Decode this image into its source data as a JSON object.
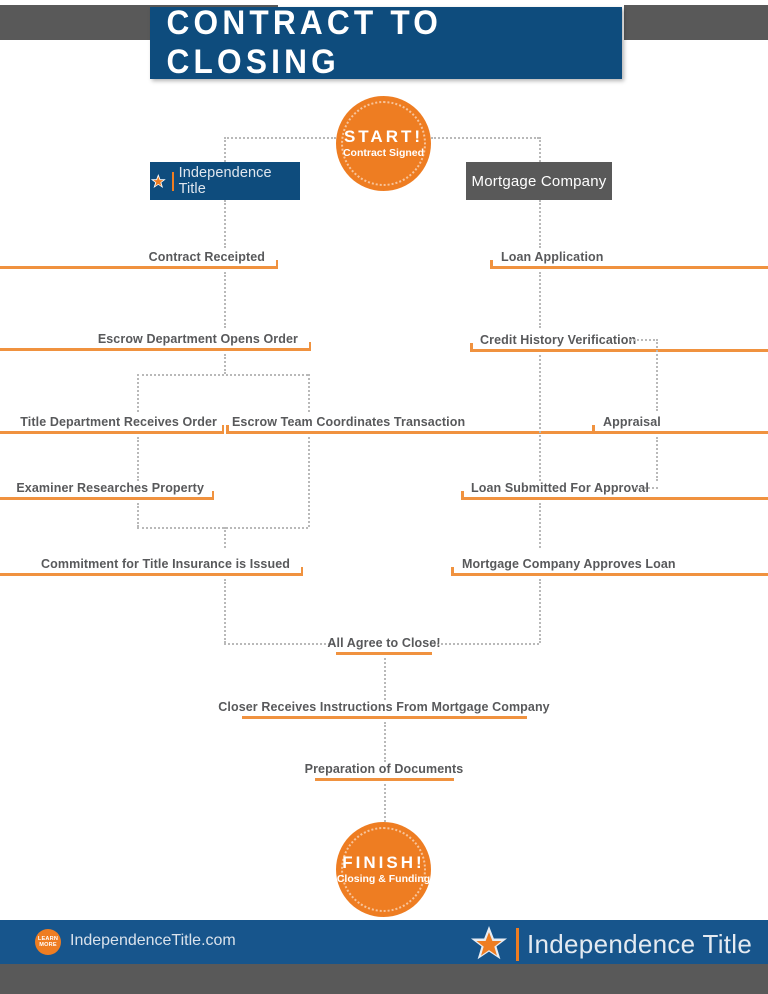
{
  "header": {
    "title": "CONTRACT TO CLOSING",
    "banner_color": "#0e4c7d",
    "strip_color": "#595959"
  },
  "palette": {
    "navy": "#0e4c7d",
    "orange": "#ee7d22",
    "rule_orange": "#f0923f",
    "gray_dark": "#595959",
    "text_gray": "#58595b",
    "dotted_gray": "#b9b9b9",
    "footer_blue": "#17558c"
  },
  "terminals": {
    "start": {
      "title": "START!",
      "subtitle": "Contract Signed"
    },
    "finish": {
      "title": "FINISH!",
      "subtitle": "Closing & Funding"
    }
  },
  "actors": {
    "left": {
      "label": "Independence Title",
      "color": "#0e4c7d"
    },
    "right": {
      "label": "Mortgage Company",
      "color": "#595959"
    }
  },
  "steps": {
    "left_branch": [
      {
        "label": "Contract Receipted"
      },
      {
        "label": "Escrow Department Opens Order"
      },
      {
        "label": "Title Department Receives Order"
      },
      {
        "label": "Escrow Team Coordinates Transaction"
      },
      {
        "label": "Examiner Researches Property"
      },
      {
        "label": "Commitment for Title Insurance is Issued"
      }
    ],
    "right_branch": [
      {
        "label": "Loan Application"
      },
      {
        "label": "Credit History Verification"
      },
      {
        "label": "Appraisal"
      },
      {
        "label": "Loan Submitted For Approval"
      },
      {
        "label": "Mortgage Company Approves Loan"
      }
    ],
    "merged": [
      {
        "label": "All Agree to Close!"
      },
      {
        "label": "Closer Receives Instructions From Mortgage Company"
      },
      {
        "label": "Preparation of Documents"
      }
    ]
  },
  "footer": {
    "badge_line1": "LEARN",
    "badge_line2": "MORE",
    "url": "IndependenceTitle.com",
    "brand": "Independence Title"
  }
}
